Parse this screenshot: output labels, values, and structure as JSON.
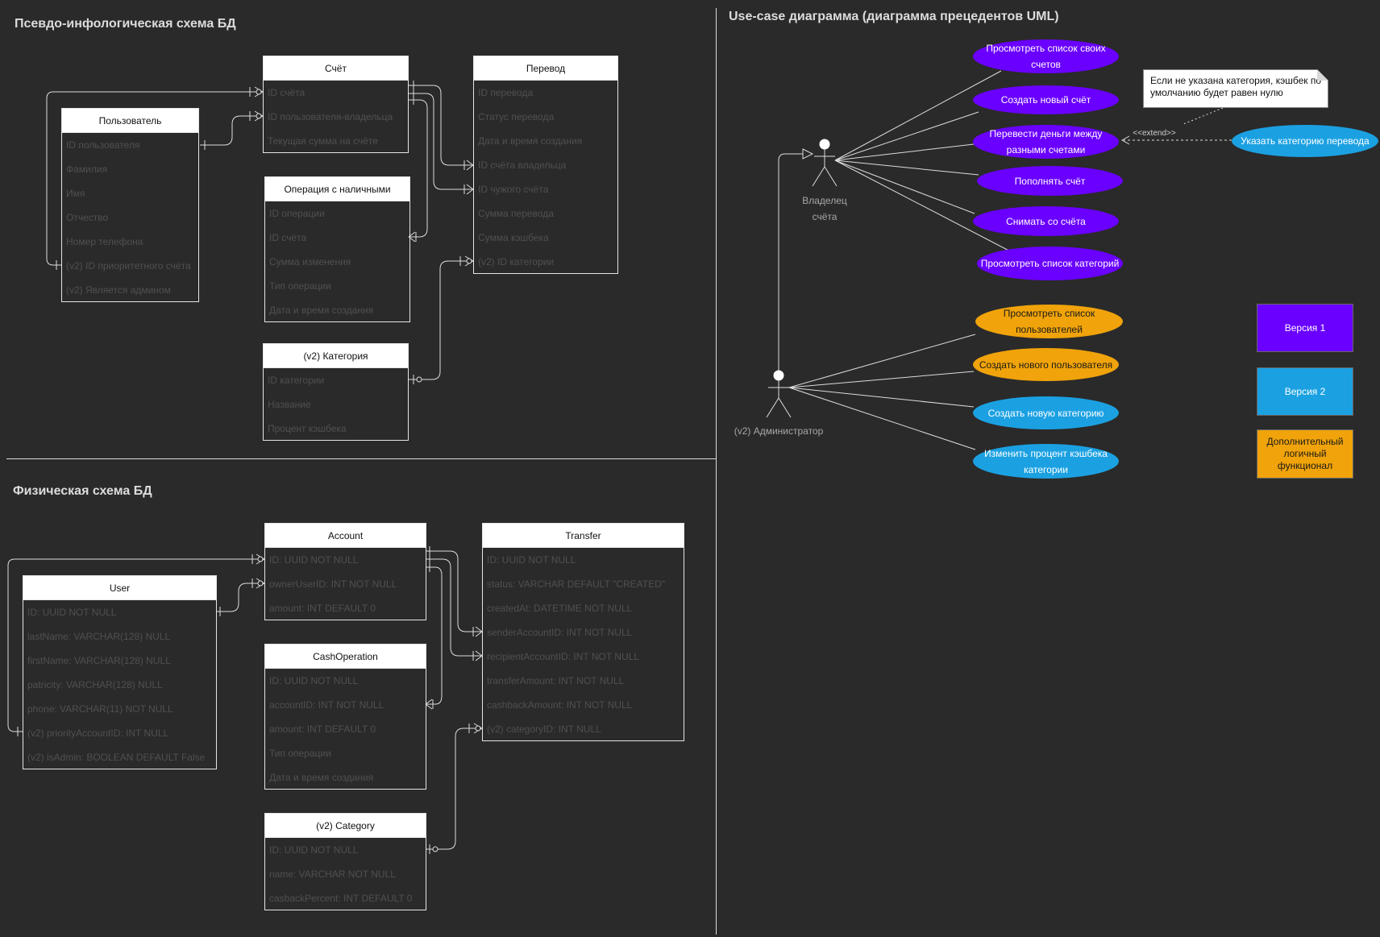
{
  "infological": {
    "title": "Псевдо-инфологическая схема БД",
    "tables": {
      "account": {
        "header": "Счёт",
        "rows": [
          "ID счёта",
          "ID пользователя-владельца",
          "Текущая сумма на счёте"
        ]
      },
      "transfer": {
        "header": "Перевод",
        "rows": [
          "ID перевода",
          "Статус перевода",
          "Дата и время создания",
          "ID счёта владельца",
          "ID чужого счёта",
          "Сумма перевода",
          "Сумма кэшбека",
          "(v2) ID категории"
        ]
      },
      "user": {
        "header": "Пользователь",
        "rows": [
          "ID пользователя",
          "Фамилия",
          "Имя",
          "Отчество",
          "Номер телефона",
          "(v2) ID приоритетного счёта",
          "(v2) Является админом"
        ]
      },
      "cash": {
        "header": "Операция с наличными",
        "rows": [
          "ID операции",
          "ID счёта",
          "Сумма изменения",
          "Тип операции",
          "Дата и время создания"
        ]
      },
      "category": {
        "header": "(v2) Категория",
        "rows": [
          "ID категории",
          "Название",
          "Процент кэшбека"
        ]
      }
    }
  },
  "physical": {
    "title": "Физическая схема БД",
    "tables": {
      "account": {
        "header": "Account",
        "rows": [
          "ID: UUID NOT NULL",
          "ownerUserID: INT NOT NULL",
          "amount: INT DEFAULT 0"
        ]
      },
      "transfer": {
        "header": "Transfer",
        "rows": [
          "ID: UUID NOT NULL",
          "status: VARCHAR DEFAULT \"CREATED\"",
          "createdAt: DATETIME NOT NULL",
          "senderAccountID: INT NOT NULL",
          "recipientAccountID: INT NOT NULL",
          "transferAmount: INT NOT NULL",
          "cashbackAmount: INT NOT NULL",
          "(v2) categoryID: INT NULL"
        ]
      },
      "user": {
        "header": "User",
        "rows": [
          "ID: UUID NOT NULL",
          "lastName: VARCHAR(128) NULL",
          "firstName: VARCHAR(128) NULL",
          "patricity: VARCHAR(128) NULL",
          "phone: VARCHAR(11)  NOT NULL",
          "(v2) priorityAccountID: INT NULL",
          "(v2) isAdmin: BOOLEAN DEFAULT False"
        ]
      },
      "cash": {
        "header": "CashOperation",
        "rows": [
          "ID: UUID NOT NULL",
          "accountID: INT NOT NULL",
          "amount: INT DEFAULT 0",
          "Тип операции",
          "Дата и время создания"
        ]
      },
      "category": {
        "header": "(v2) Category",
        "rows": [
          "ID: UUID NOT NULL",
          "name: VARCHAR NOT NULL",
          "casbackPercent: INT DEFAULT 0"
        ]
      }
    }
  },
  "usecase": {
    "title": "Use-case диаграмма (диаграмма прецедентов UML)",
    "actors": {
      "owner": "Владелец счёта",
      "admin": "(v2) Администратор"
    },
    "owner_cases": [
      "Просмотреть список своих счетов",
      "Создать новый счёт",
      "Перевести деньги между разными счетами",
      "Пополнять счёт",
      "Снимать со счёта",
      "Просмотреть список категорий"
    ],
    "admin_cases": [
      "Просмотреть список пользователей",
      "Создать нового пользователя",
      "Создать новую категорию",
      "Изменить процент кэшбека категории"
    ],
    "extension_case": "Указать категорию перевода",
    "extend_label": "<<extend>>",
    "note": "Если не указана категория, кэшбек по умолчанию будет равен нулю",
    "legend": {
      "v1": "Версия 1",
      "v2": "Версия 2",
      "extra": "Дополнительный логичный функционал"
    }
  },
  "colors": {
    "background": "#2a2a2a",
    "version1": "#6a00ff",
    "version2": "#1ba1e2",
    "extra": "#f0a30a",
    "lines": "#dcdcdc"
  }
}
